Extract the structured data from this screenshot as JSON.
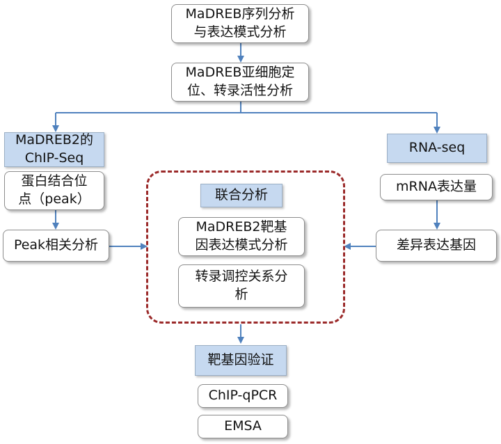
{
  "nodes": {
    "seq_expr": "MaDREB序列分析\n与表达模式分析",
    "subcell": "MaDREB亚细胞定\n位、转录活性分析",
    "chip_seq": "MaDREB2的\nChIP-Seq",
    "binding_sites": "蛋白结合位\n点（peak）",
    "peak_analysis": "Peak相关分析",
    "rna_seq": "RNA-seq",
    "mrna_level": "mRNA表达量",
    "diff_genes": "差异表达基因",
    "joint_title": "联合分析",
    "target_expr": "MaDREB2靶基\n因表达模式分析",
    "reg_analysis": "转录调控关系分\n析",
    "target_verify": "靶基因验证",
    "chip_qpcr": "ChIP-qPCR",
    "emsa": "EMSA"
  },
  "colors": {
    "arrow": "#4f81bd",
    "header_fill": "#c6d9f0",
    "dashed_border": "#9b2a2a"
  }
}
